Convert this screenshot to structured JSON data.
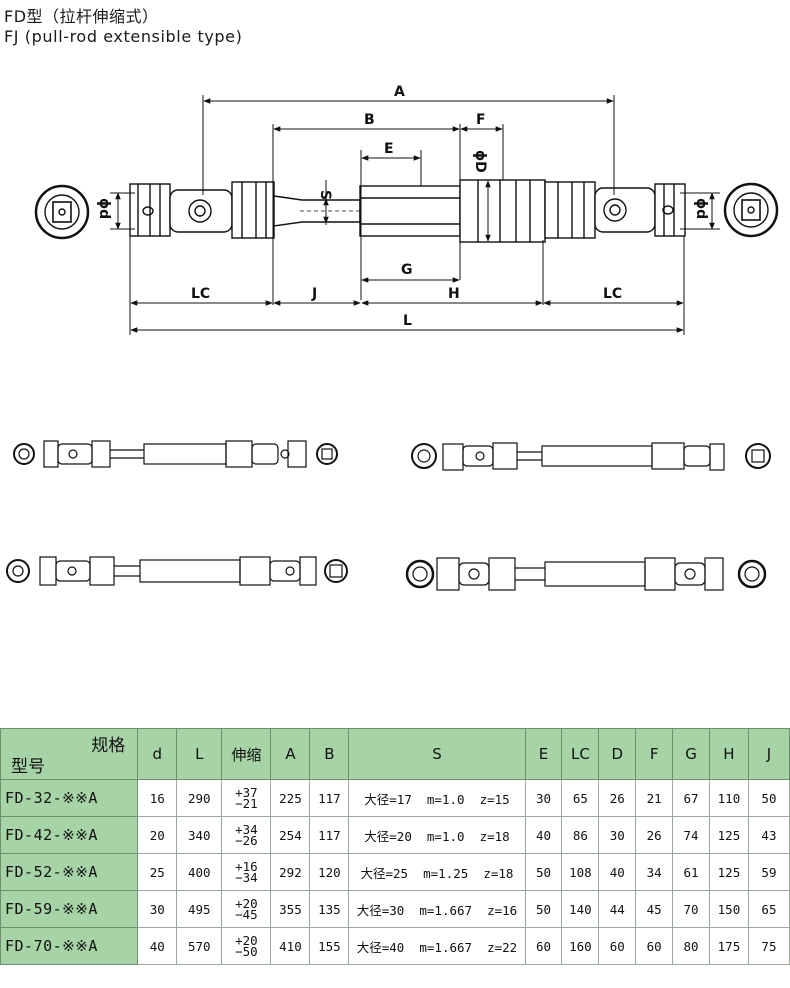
{
  "title_cn": "FD型（拉杆伸缩式）",
  "title_en": "FJ (pull-rod  extensible type)",
  "dims": {
    "A": "A",
    "B": "B",
    "E": "E",
    "F": "F",
    "S": "S",
    "phiD": "ϕD",
    "phid": "ϕd",
    "G": "G",
    "LC": "LC",
    "J": "J",
    "H": "H",
    "L": "L"
  },
  "table": {
    "corner_top": "规格",
    "corner_bottom": "型号",
    "headers": [
      "d",
      "L",
      "伸缩",
      "A",
      "B",
      "S",
      "E",
      "LC",
      "D",
      "F",
      "G",
      "H",
      "J"
    ],
    "rows": [
      {
        "model": "FD-32-※※A",
        "d": "16",
        "L": "290",
        "tol_plus": "+37",
        "tol_minus": "−21",
        "A": "225",
        "B": "117",
        "S": "大径=17  m=1.0  z=15",
        "E": "30",
        "LC": "65",
        "D": "26",
        "F": "21",
        "G": "67",
        "H": "110",
        "J": "50"
      },
      {
        "model": "FD-42-※※A",
        "d": "20",
        "L": "340",
        "tol_plus": "+34",
        "tol_minus": "−26",
        "A": "254",
        "B": "117",
        "S": "大径=20  m=1.0  z=18",
        "E": "40",
        "LC": "86",
        "D": "30",
        "F": "26",
        "G": "74",
        "H": "125",
        "J": "43"
      },
      {
        "model": "FD-52-※※A",
        "d": "25",
        "L": "400",
        "tol_plus": "+16",
        "tol_minus": "−34",
        "A": "292",
        "B": "120",
        "S": "大径=25  m=1.25  z=18",
        "E": "50",
        "LC": "108",
        "D": "40",
        "F": "34",
        "G": "61",
        "H": "125",
        "J": "59"
      },
      {
        "model": "FD-59-※※A",
        "d": "30",
        "L": "495",
        "tol_plus": "+20",
        "tol_minus": "−45",
        "A": "355",
        "B": "135",
        "S": "大径=30  m=1.667  z=16",
        "E": "50",
        "LC": "140",
        "D": "44",
        "F": "45",
        "G": "70",
        "H": "150",
        "J": "65"
      },
      {
        "model": "FD-70-※※A",
        "d": "40",
        "L": "570",
        "tol_plus": "+20",
        "tol_minus": "−50",
        "A": "410",
        "B": "155",
        "S": "大径=40  m=1.667  z=22",
        "E": "60",
        "LC": "160",
        "D": "60",
        "F": "60",
        "G": "80",
        "H": "175",
        "J": "75"
      }
    ]
  }
}
